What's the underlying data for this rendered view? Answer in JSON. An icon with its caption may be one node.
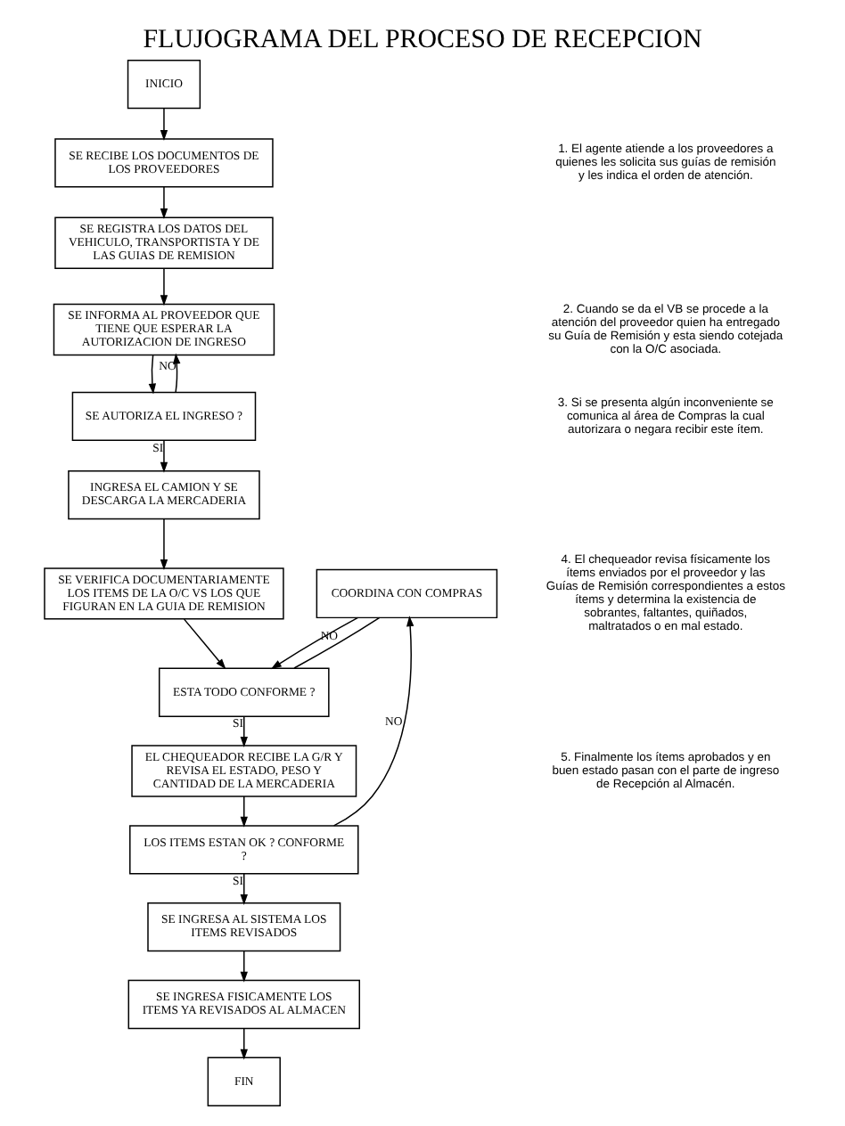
{
  "diagram": {
    "title": "FLUJOGRAMA DEL PROCESO DE RECEPCION",
    "nodes": [
      {
        "text": [
          "INICIO"
        ]
      },
      {
        "text": [
          "SE RECIBE LOS DOCUMENTOS DE LOS PROVEEDORES"
        ]
      },
      {
        "text": [
          "SE REGISTRA LOS DATOS DEL VEHICULO, TRANSPORTISTA Y DE LAS GUIAS DE REMISION"
        ]
      },
      {
        "text": [
          "SE INFORMA AL PROVEEDOR QUE TIENE QUE ESPERAR LA AUTORIZACION DE INGRESO"
        ]
      },
      {
        "text": [
          "SE AUTORIZA EL INGRESO ?"
        ]
      },
      {
        "text": [
          "INGRESA EL CAMION Y SE DESCARGA LA MERCADERIA"
        ]
      },
      {
        "text": [
          "SE VERIFICA DOCUMENTARIAMENTE LOS ITEMS DE LA O/C VS LOS QUE FIGURAN EN LA GUIA DE REMISION"
        ]
      },
      {
        "text": [
          "COORDINA CON COMPRAS"
        ]
      },
      {
        "text": [
          "ESTA TODO CONFORME ?"
        ]
      },
      {
        "text": [
          "EL CHEQUEADOR RECIBE LA G/R Y REVISA EL ESTADO, PESO Y CANTIDAD DE LA MERCADERIA"
        ]
      },
      {
        "text": [
          "LOS ITEMS ESTAN OK ? CONFORME ?"
        ]
      },
      {
        "text": [
          "SE INGRESA AL SISTEMA LOS ITEMS REVISADOS"
        ]
      },
      {
        "text": [
          "SE INGRESA FISICAMENTE LOS ITEMS YA REVISADOS AL ALMACEN"
        ]
      },
      {
        "text": [
          "FIN"
        ]
      }
    ],
    "edges": [
      {
        "from": 0,
        "to": 1,
        "arrow": "to"
      },
      {
        "from": 1,
        "to": 2,
        "arrow": "to"
      },
      {
        "from": 2,
        "to": 3,
        "arrow": "to"
      },
      {
        "from": 3,
        "to": 4,
        "arrow": "to"
      },
      {
        "from": 4,
        "to": 3,
        "arrow": "to",
        "label": "NO"
      },
      {
        "from": 4,
        "to": 5,
        "arrow": "to",
        "label": "SI"
      },
      {
        "from": 5,
        "to": 6,
        "arrow": "to"
      },
      {
        "from": 6,
        "to": 8,
        "arrow": "to"
      },
      {
        "from": 7,
        "to": 8,
        "arrow": "to"
      },
      {
        "from": 8,
        "to": 7,
        "arrow": "none",
        "label": "NO"
      },
      {
        "from": 8,
        "to": 9,
        "arrow": "to",
        "label": "SI"
      },
      {
        "from": 9,
        "to": 10,
        "arrow": "to"
      },
      {
        "from": 10,
        "to": 7,
        "arrow": "to",
        "label": "NO"
      },
      {
        "from": 10,
        "to": 11,
        "arrow": "to",
        "label": "SI"
      },
      {
        "from": 11,
        "to": 12,
        "arrow": "to"
      },
      {
        "from": 12,
        "to": 13,
        "arrow": "to"
      }
    ],
    "labels": [
      "1. El agente atiende a los proveedores a quienes les solicita sus guías de remisión y les indica el orden de atención.",
      "2. Cuando se da el VB se procede a la atención del proveedor quien ha entregado su Guía de Remisión y esta siendo cotejada con la O/C asociada.",
      "3. Si se presenta algún inconveniente se comunica al área de Compras la cual autorizara o negara recibir este ítem.",
      "4. El chequeador revisa físicamente los ítems enviados por el proveedor y las Guías de Remisión correspondientes a estos ítems y determina la existencia de sobrantes, faltantes, quiñados, maltratados o en mal estado.",
      "5. Finalmente los ítems aprobados y en buen estado pasan con el parte de ingreso de Recepción al Almacén."
    ]
  }
}
